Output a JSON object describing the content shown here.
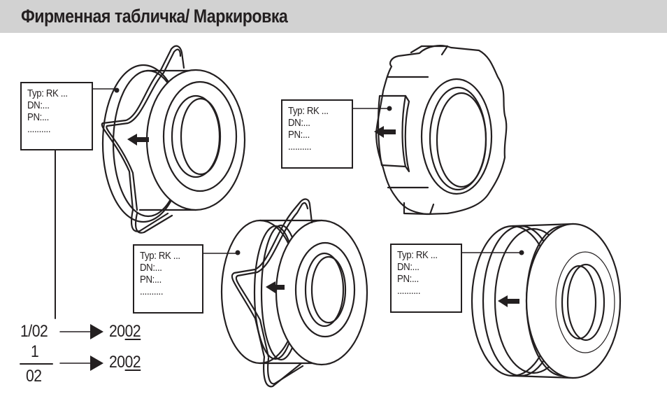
{
  "header": {
    "title": "Фирменная табличка/ Маркировка",
    "background": "#d2d2d2"
  },
  "nameplates": [
    {
      "id": "wafer-check-valve-spring-small",
      "lines": [
        "Typ: RK ...",
        "DN:...",
        "PN:...",
        ".........."
      ]
    },
    {
      "id": "threaded-check-valve",
      "lines": [
        "Typ: RK ...",
        "DN:...",
        "PN:...",
        ".........."
      ]
    },
    {
      "id": "wafer-check-valve-spring-large",
      "lines": [
        "Typ: RK ...",
        "DN:...",
        "PN:...",
        ".........."
      ]
    },
    {
      "id": "wafer-check-valve-flanged",
      "lines": [
        "Typ: RK ...",
        "DN:...",
        "PN:...",
        ".........."
      ]
    }
  ],
  "date_legend": {
    "row1": {
      "code": "1/02",
      "year_prefix": "20",
      "year_suffix": "02"
    },
    "row2": {
      "numerator": "1",
      "denominator": "02",
      "year_prefix": "20",
      "year_suffix": "02"
    }
  },
  "colors": {
    "ink": "#231f20",
    "paper": "#ffffff"
  }
}
